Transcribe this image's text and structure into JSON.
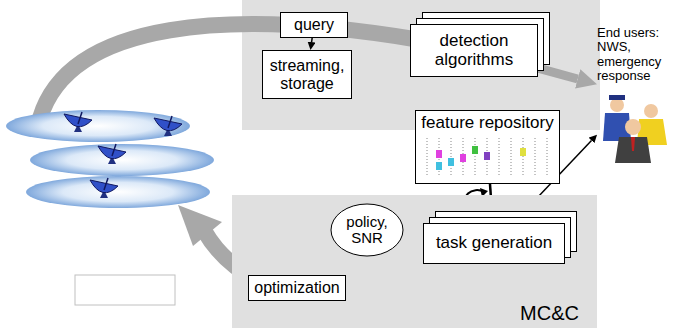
{
  "diagram": {
    "nodes": [
      {
        "text": [
          "query"
        ]
      },
      {
        "text": [
          "streaming, storage"
        ]
      },
      {
        "text": [
          "detection algorithms"
        ]
      },
      {
        "text": [
          "feature repository"
        ]
      },
      {
        "text": [
          "MC&C"
        ]
      },
      {
        "text": [
          "policy, SNR"
        ],
        "in": 4
      },
      {
        "text": [
          "task generation"
        ],
        "in": 4
      },
      {
        "text": [
          "optimization"
        ],
        "in": 4
      },
      {
        "text": [
          "End users: NWS, emergency response"
        ]
      }
    ],
    "edges": [
      {
        "from": 0,
        "to": 1,
        "arrow": "to"
      },
      {
        "from": 2,
        "to": 8,
        "arrow": "to"
      },
      {
        "from": 3,
        "to": 6,
        "arrow": "to"
      },
      {
        "from": 5,
        "to": 6,
        "arrow": "to"
      },
      {
        "from": 6,
        "to": 8,
        "arrow": "both"
      }
    ]
  }
}
